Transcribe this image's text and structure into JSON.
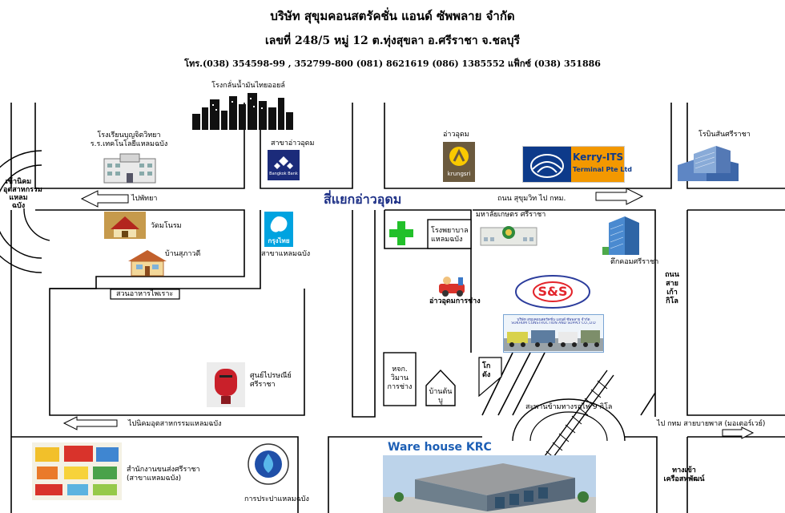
{
  "header": {
    "company": "บริษัท สุขุมคอนสตรัคชั่น แอนด์ ซัพพลาย จำกัด",
    "address": "เลขที่ 248/5 หมู่ 12 ต.ทุ่งสุขลา อ.ศรีราชา จ.ชลบุรี",
    "contact": "โทร.(038) 354598-99 , 352799-800 (081) 8621619 (086) 1385552  แฟ็กซ์ (038) 351886"
  },
  "landmarks": {
    "oil_refinery": "โรงกลั่นน้ำมันไทยออยล์",
    "school": "โรงเรียนบุญจิตวิทยา\nร.ร.เทคโนโลยีแหลมฉบัง",
    "bangkok_bank": "สาขาอ่าวอุดม",
    "krungsri_area": "อ่าวอุดม",
    "krungsri_logo": "krungsri",
    "kerry_line1": "Kerry-ITS",
    "kerry_line2": "Terminal Pte Ltd",
    "hotel": "โรบินสันศรีราชา",
    "estate_left": "เข้านิคมอุตสาหกรรมแหลมฉบัง",
    "temple": "วัดมโนรม",
    "house": "บ้านสุภาวดี",
    "ktb": "สาขาแหลมฉบัง",
    "ktb_logo": "กรุงไทย",
    "restaurant": "สวนอาหารไพเราะ",
    "hospital": "โรงพยาบาล\nแหลมฉบัง",
    "university": "มหาลัยเกษตร ศรีราชา",
    "tower": "ตึกคอมศรีราชา",
    "garage": "อ่าวอุดมการช่าง",
    "post": "ศูนย์ไปรษณีย์\nศรีราชา",
    "vimarn": "หจก.\nวิมาน\nการช่าง",
    "house2": "บ้านต้น\nบู",
    "warehouse_small": "โก\nดัง",
    "bridge": "สะพานข้ามทางรถไฟ 9 กิโล",
    "transport": "สำนักงานขนส่งศรีราชา\n(สาขาแหลมฉบัง)",
    "waterworks": "การประปาแหลมฉบัง",
    "warehouse_krc": "Ware house KRC",
    "sahapat": "ทางเข้า\nเครือสหพัฒน์",
    "bangkok_bank_logo": "Bangkok Bank"
  },
  "roads": {
    "intersection": "สี่แยกอ่าวอุดม",
    "to_pattaya": "ไปพัทยา",
    "sukhumvit": "ถนน  สุขุมวิท ไป กทม.",
    "road_45km": "ถนน\nสาย\nเก้า\nกิโล",
    "to_estate": "ไปนิคมอุตสาหกรรมแหลมฉบัง",
    "to_bkk_motorway": "ไป กทม สายบายพาส (มอเตอร์เวย์)"
  },
  "company_logo": {
    "text": "S&S",
    "banner": "บริษัท สุขุมคอนสตรัคชั่น แอนด์ ซัพพลาย จำกัด",
    "banner_en": "SUKHUM CONSTRUCTION AND SUPPLY CO.,LTD"
  },
  "colors": {
    "road_line": "#000000",
    "intersection_text": "#1c2f86",
    "warehouse_title": "#1d5fb5",
    "kerry_orange": "#f39800",
    "kerry_blue": "#0d3a8a",
    "krungsri": "#6b5a3e",
    "ktb": "#00a3e0",
    "hospital_cross": "#22c02a"
  }
}
